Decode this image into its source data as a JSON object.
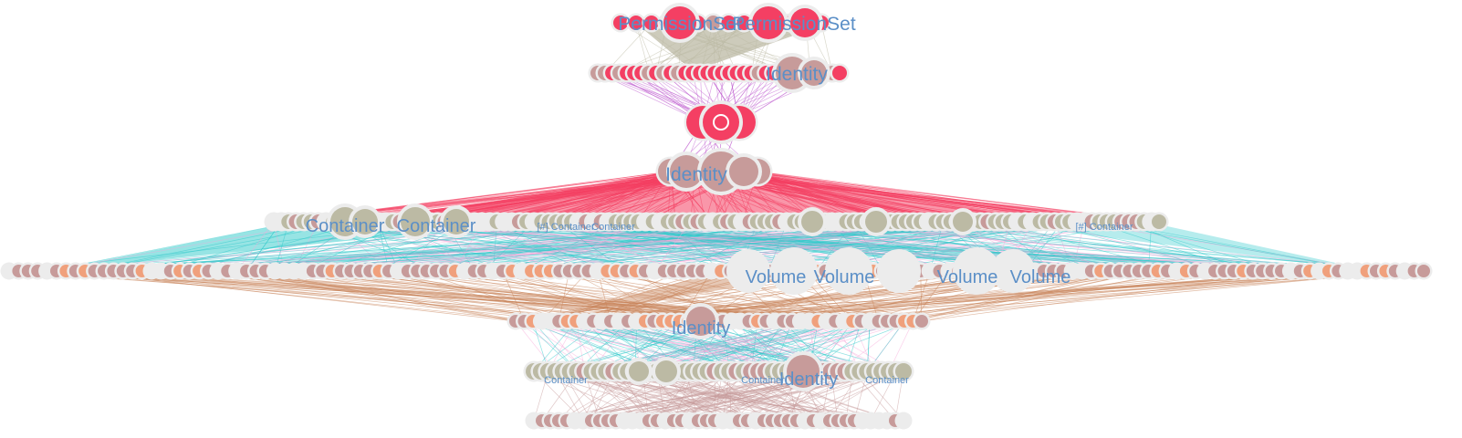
{
  "colors": {
    "pink": "#f43f63",
    "rose": "#c79b9a",
    "sage": "#bcbaa4",
    "orange": "#f0a07c",
    "teal": "#2fc9ca",
    "magenta": "#c05fd0",
    "lightpink": "#f7a8d8",
    "brown": "#c8845a",
    "ring": "#ececec",
    "label": "#5b8fc7"
  },
  "labels": {
    "permission_set_1": "PermissionSet",
    "permission_set_2": "PermissionSet",
    "identity_row2": "Identity",
    "identity_row4": "Identity",
    "container_1": "Container",
    "container_2": "Container",
    "container_small_1": "[#] Container",
    "container_small_2": "Container",
    "container_small_3": "[#] Container",
    "volume_1": "Volume",
    "volume_2": "Volume",
    "volume_3": "Volume",
    "volume_4": "Volume",
    "identity_row7": "Identity",
    "identity_row8": "Identity",
    "container_row8_1": "Container",
    "container_row8_2": "Container",
    "container_row8_3": "Container"
  }
}
